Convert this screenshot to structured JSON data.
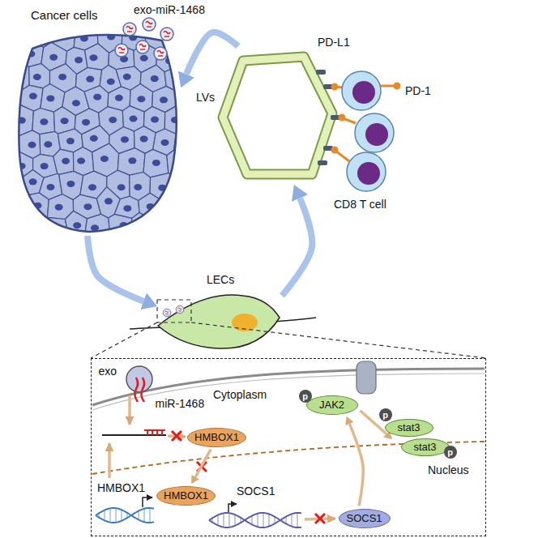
{
  "diagram": {
    "nodes": [
      {
        "text": [
          "Cancer cells"
        ]
      },
      {
        "text": [
          "LVs"
        ]
      },
      {
        "text": [
          "LECs"
        ]
      },
      {
        "text": [
          "Cytoplasm"
        ]
      },
      {
        "text": [
          "exo",
          "miR-1468"
        ],
        "in": 3
      },
      {
        "text": [
          "HMBOX1"
        ],
        "in": 3
      },
      {
        "text": [
          "HMBOX1"
        ],
        "in": 3
      },
      {
        "text": [
          "SOCS1"
        ],
        "in": 3
      },
      {
        "text": [
          "p",
          "JAK2"
        ],
        "in": 3
      },
      {
        "text": [
          "p",
          "stat3"
        ],
        "in": 3
      },
      {
        "text": [
          "stat3",
          "p"
        ],
        "in": 3
      }
    ],
    "edges": [
      {
        "from": 0,
        "to": 2,
        "arrow": "to"
      },
      {
        "from": 2,
        "to": 1,
        "arrow": "to"
      },
      {
        "from": 1,
        "to": 0,
        "arrow": "to"
      },
      {
        "from": 5,
        "to": 6,
        "arrow": "to"
      },
      {
        "from": 7,
        "to": 8,
        "arrow": "to"
      },
      {
        "from": 8,
        "to": 9,
        "arrow": "to"
      }
    ],
    "labels": [
      "exo-miR-1468",
      "PD-L1",
      "PD-1",
      "CD8 T cell",
      "HMBOX1",
      "SOCS1",
      "Nucleus"
    ]
  }
}
